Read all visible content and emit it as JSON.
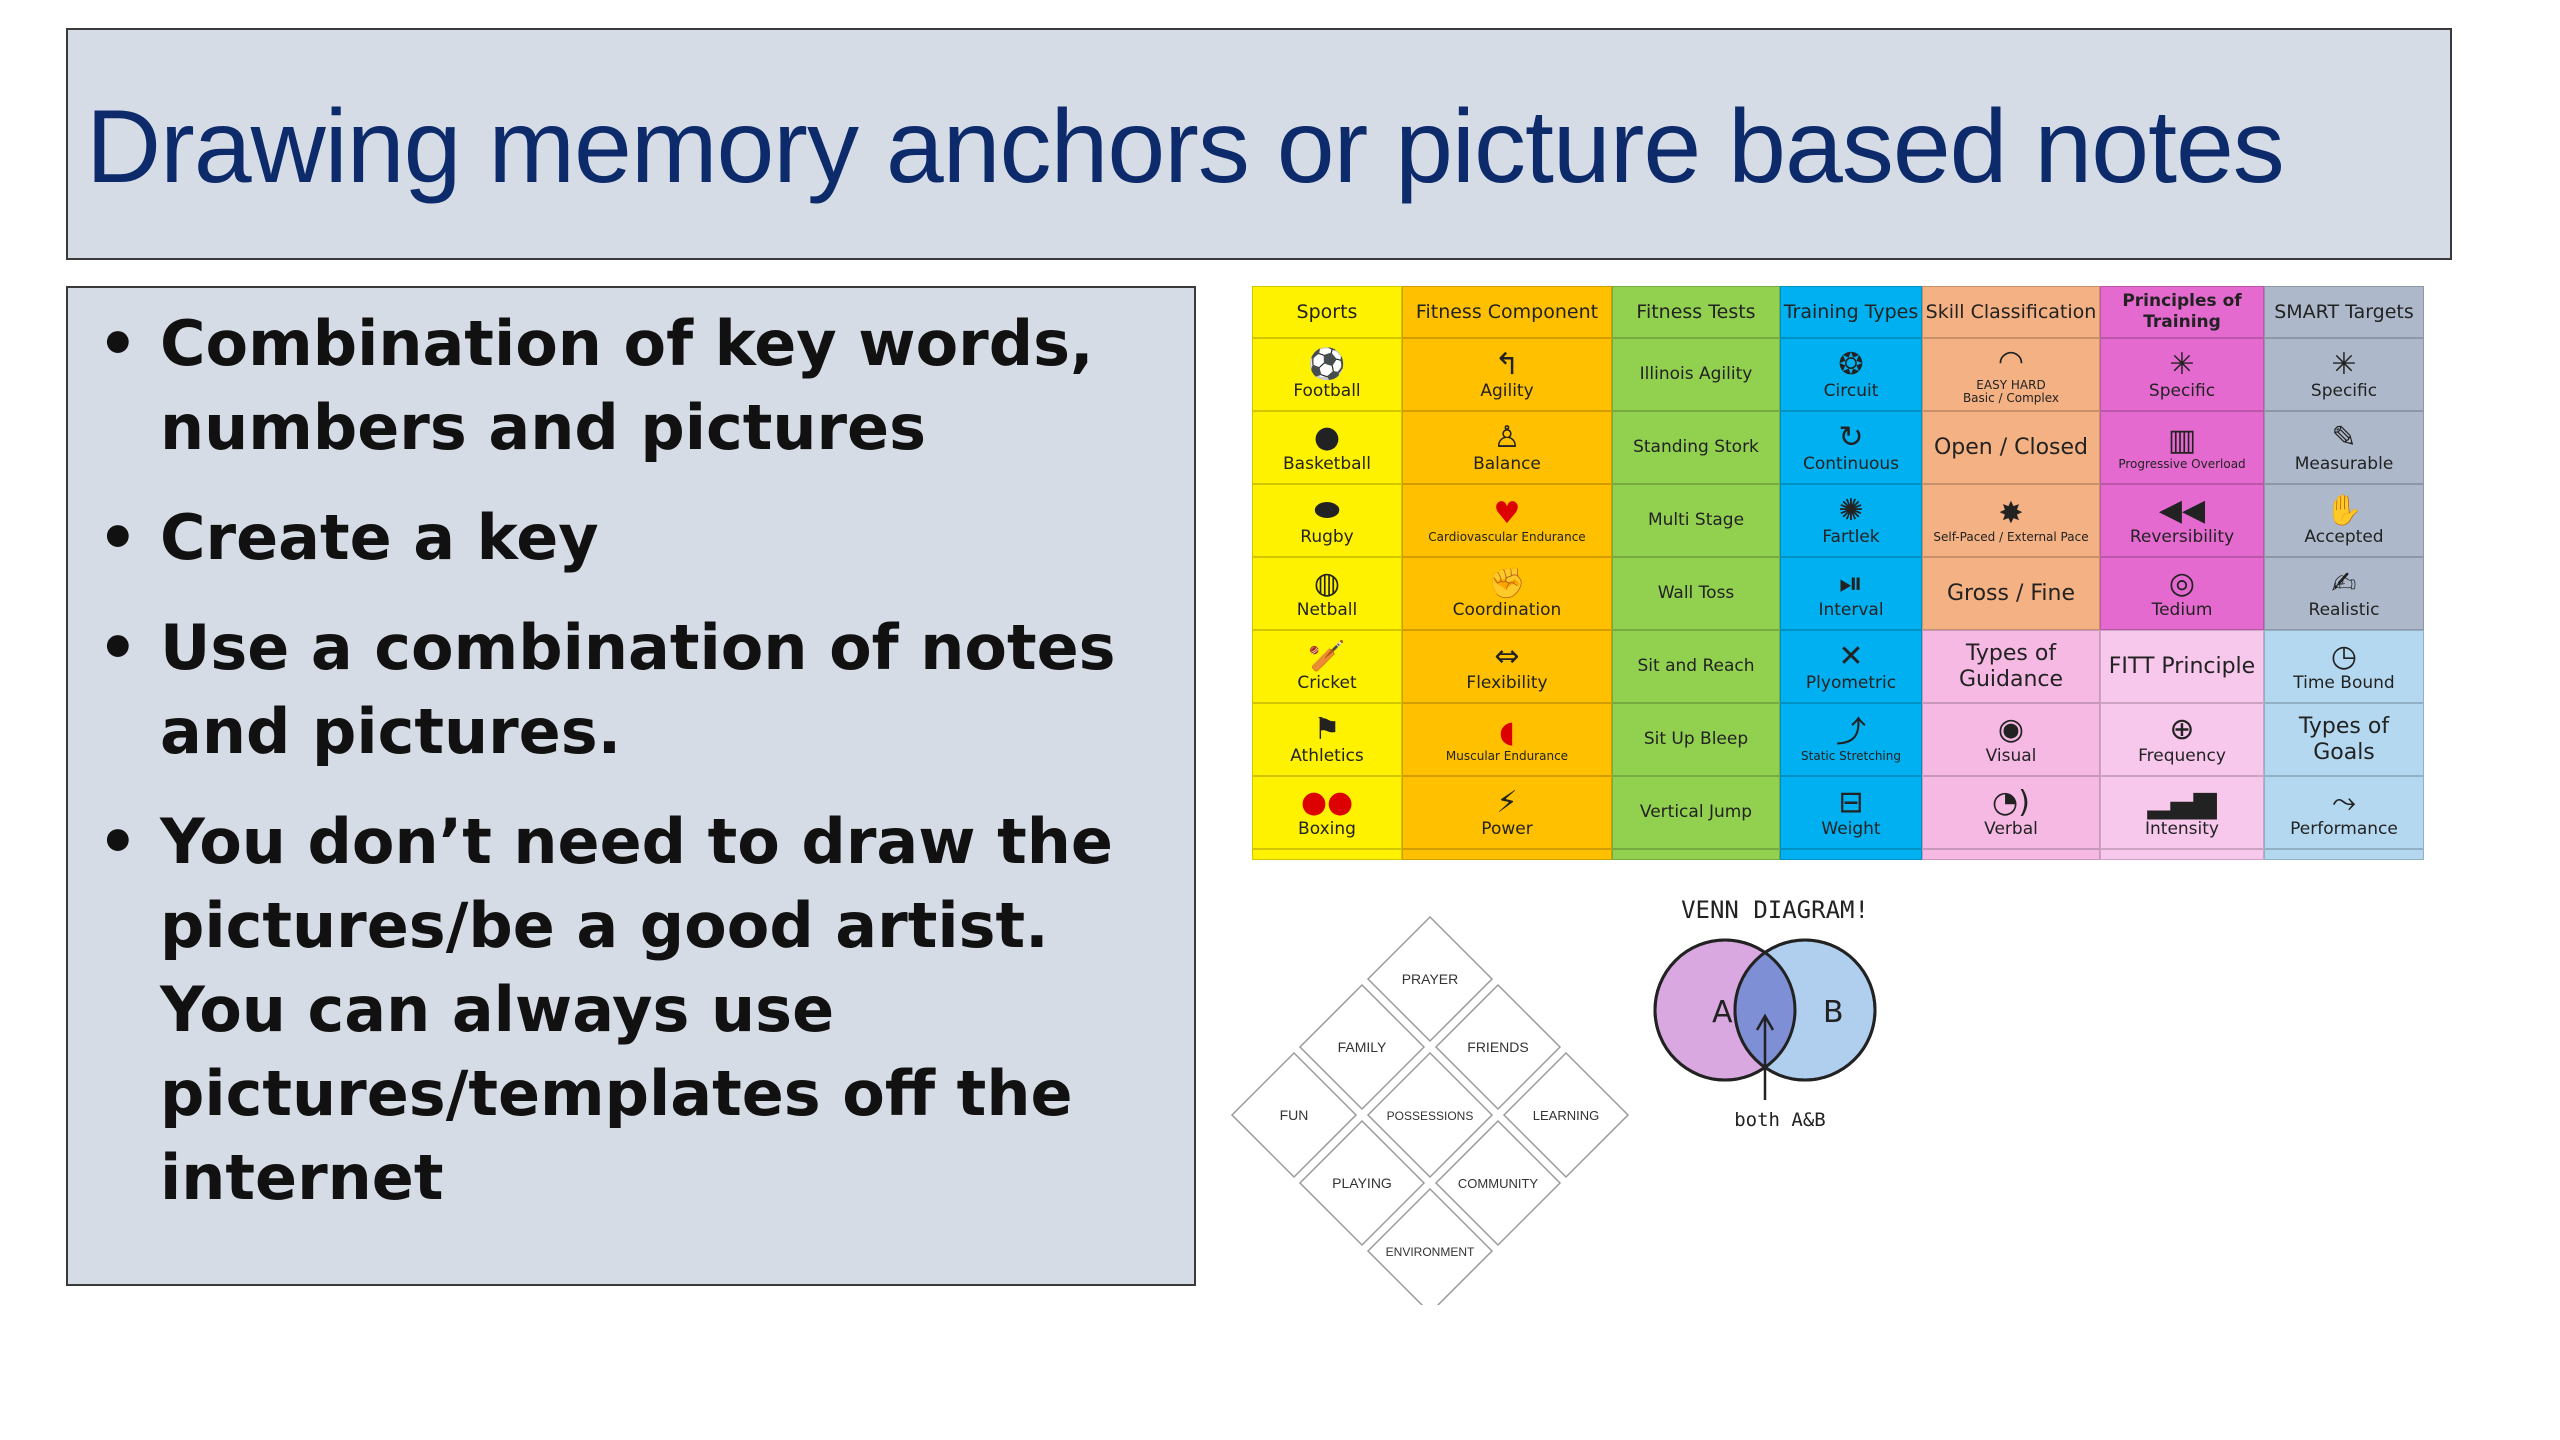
{
  "slide": {
    "title": "Drawing memory anchors or picture based notes",
    "bullets": [
      "Combination of key words, numbers and pictures",
      "Create a key",
      "Use a combination of notes and pictures.",
      "You don’t need to draw the pictures/be a good artist. You can always use pictures/templates off the internet"
    ]
  },
  "colors": {
    "title_text": "#0d2b6b",
    "box_fill": "#d6dce5",
    "sports": "#fff200",
    "fitness_component": "#ffc000",
    "fitness_tests": "#92d050",
    "training_types": "#00b0f0",
    "skill_classification": "#f4b183",
    "principles": "#e56ad0",
    "smart": "#adb9ca"
  },
  "grid": {
    "headers": [
      "Sports",
      "Fitness Component",
      "Fitness Tests",
      "Training Types",
      "Skill Classification",
      "Principles of Training",
      "SMART Targets"
    ],
    "sports": [
      "Football",
      "Basketball",
      "Rugby",
      "Netball",
      "Cricket",
      "Athletics",
      "Boxing"
    ],
    "fitness_component": [
      "Agility",
      "Balance",
      "Cardiovascular Endurance",
      "Coordination",
      "Flexibility",
      "Muscular Endurance",
      "Power"
    ],
    "fitness_tests": [
      "Illinois Agility",
      "Standing Stork",
      "Multi Stage",
      "Wall Toss",
      "Sit and Reach",
      "Sit Up Bleep",
      "Vertical Jump"
    ],
    "training_types": [
      "Circuit",
      "Continuous",
      "Fartlek",
      "Interval",
      "Plyometric",
      "Static Stretching",
      "Weight"
    ],
    "skill_classification": [
      "Basic / Complex",
      "Open / Closed",
      "Self-Paced / External Pace",
      "Gross / Fine",
      "Types of Guidance",
      "Visual",
      "Verbal"
    ],
    "skill_easy_hard": [
      "EASY",
      "HARD"
    ],
    "principles": [
      "Specific",
      "Progressive Overload",
      "Reversibility",
      "Tedium",
      "FITT Principle",
      "Frequency",
      "Intensity"
    ],
    "smart": [
      "Specific",
      "Measurable",
      "Accepted",
      "Realistic",
      "Time Bound",
      "Types of Goals",
      "Performance"
    ]
  },
  "diamond": [
    "PRAYER",
    "FAMILY",
    "FRIENDS",
    "FUN",
    "POSSESSIONS",
    "LEARNING",
    "PLAYING",
    "COMMUNITY",
    "ENVIRONMENT"
  ],
  "venn": {
    "title": "VENN DIAGRAM!",
    "a": "A",
    "b": "B",
    "note": "both A&B"
  }
}
